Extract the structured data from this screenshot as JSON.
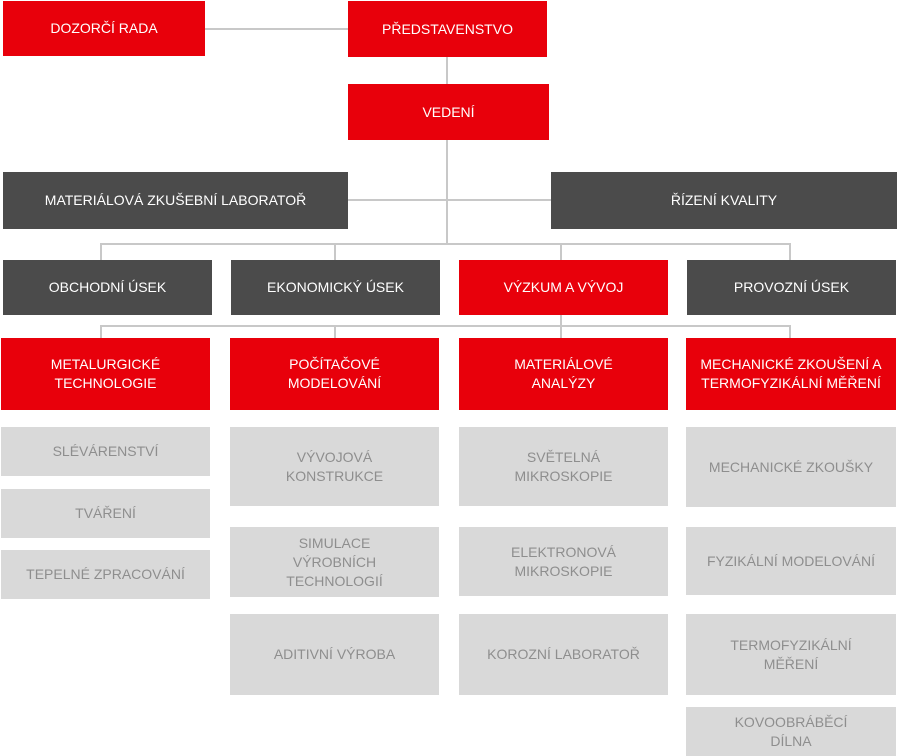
{
  "top": {
    "supervisory_board": "DOZORČÍ RADA",
    "board_of_directors": "PŘEDSTAVENSTVO",
    "management": "VEDENÍ"
  },
  "staff": {
    "materials_lab": "MATERIÁLOVÁ ZKUŠEBNÍ LABORATOŘ",
    "quality": "ŘÍZENÍ KVALITY"
  },
  "divisions": [
    "OBCHODNÍ ÚSEK",
    "EKONOMICKÝ ÚSEK",
    "VÝZKUM A VÝVOJ",
    "PROVOZNÍ ÚSEK"
  ],
  "departments": [
    {
      "title": "METALURGICKÉ TECHNOLOGIE",
      "units": [
        "SLÉVÁRENSTVÍ",
        "TVÁŘENÍ",
        "TEPELNÉ ZPRACOVÁNÍ"
      ]
    },
    {
      "title": "POČÍTAČOVÉ MODELOVÁNÍ",
      "units": [
        "VÝVOJOVÁ KONSTRUKCE",
        "SIMULACE VÝROBNÍCH TECHNOLOGIÍ",
        "ADITIVNÍ VÝROBA"
      ]
    },
    {
      "title": "MATERIÁLOVÉ ANALÝZY",
      "units": [
        "SVĚTELNÁ MIKROSKOPIE",
        "ELEKTRONOVÁ MIKROSKOPIE",
        "KOROZNÍ LABORATOŘ"
      ]
    },
    {
      "title": "MECHANICKÉ ZKOUŠENÍ A TERMOFYZIKÁLNÍ MĚŘENÍ",
      "units": [
        "MECHANICKÉ ZKOUŠKY",
        "FYZIKÁLNÍ MODELOVÁNÍ",
        "TERMOFYZIKÁLNÍ MĚŘENÍ",
        "KOVOOBRÁBĚCÍ DÍLNA"
      ]
    }
  ],
  "colors": {
    "accent_red": "#e8000b",
    "dark_gray": "#4b4b4b",
    "light_gray": "#d9d9d9",
    "light_text": "#8e8e8e",
    "connector": "#c8c8c8"
  }
}
